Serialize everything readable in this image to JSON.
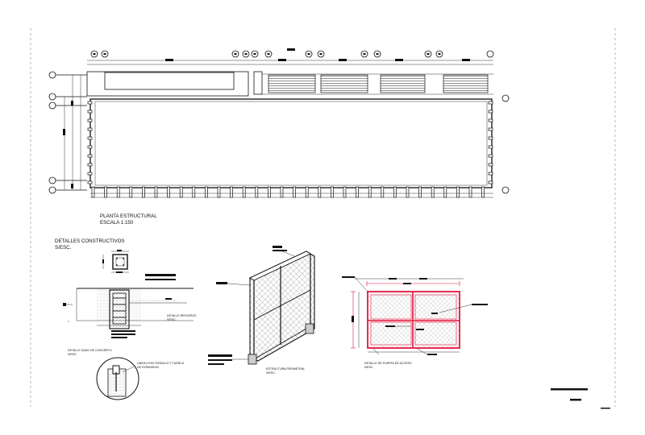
{
  "sheet": {
    "plan_title": "PLANTA ESTRUCTURAL",
    "plan_scale": "ESCALA 1:150",
    "details_title": "DETALLES CONSTRUCTIVOS",
    "details_scale": "S/ESC."
  },
  "details": {
    "column_footing": {
      "note_right": "DETALLE REFUERZO",
      "note_right_2": "S/ESC.",
      "caption": "DETALLE DADO DE CONCRETO",
      "caption_2": "S/ESC.",
      "anchor_note": "UNION CON TORNILLO Y TUERCA",
      "anchor_note_2": "DE EXPANSION"
    },
    "perimeter_fence": {
      "caption": "ESTRUCTURA PERIMETRAL",
      "caption_2": "S/ESC."
    },
    "access_door": {
      "caption": "DETALLE DE PUERTA DE ACCESO",
      "caption_2": "S/ESC"
    }
  },
  "colors": {
    "line": "#111111",
    "highlight": "#e8143c",
    "mesh": "#9a9a9a"
  }
}
